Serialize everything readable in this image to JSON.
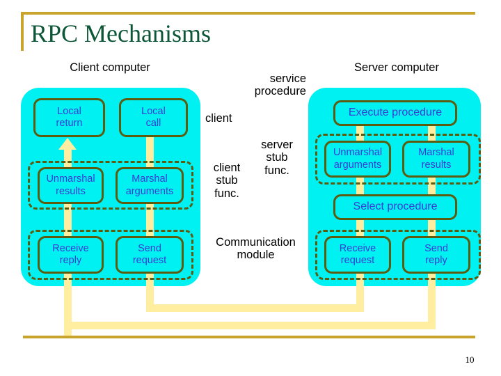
{
  "slide": {
    "title": "RPC Mechanisms",
    "page_number": "10",
    "accent_color": "#c8a42c",
    "title_color": "#0d5637",
    "panel_color": "#00f1f1",
    "box_border_color": "#5c5c10",
    "box_text_color": "#3b3bd4",
    "flow_color": "#ffeea0"
  },
  "captions": {
    "client": "Client computer",
    "server": "Server computer"
  },
  "annotations": {
    "service_procedure": "service\nprocedure",
    "client": "client",
    "client_stub": "client\nstub\nfunc.",
    "server_stub": "server\nstub\nfunc.",
    "communication_module": "Communication\nmodule"
  },
  "client_panel": {
    "row1": [
      {
        "label": "Local\nreturn"
      },
      {
        "label": "Local\ncall"
      }
    ],
    "row2": [
      {
        "label": "Unmarshal\nresults"
      },
      {
        "label": "Marshal\narguments"
      }
    ],
    "row3": [
      {
        "label": "Receive\nreply"
      },
      {
        "label": "Send\nrequest"
      }
    ]
  },
  "server_panel": {
    "execute": {
      "label": "Execute procedure"
    },
    "row2": [
      {
        "label": "Unmarshal\narguments"
      },
      {
        "label": "Marshal\nresults"
      }
    ],
    "select": {
      "label": "Select procedure"
    },
    "row4": [
      {
        "label": "Receive\nrequest"
      },
      {
        "label": "Send\nreply"
      }
    ]
  }
}
